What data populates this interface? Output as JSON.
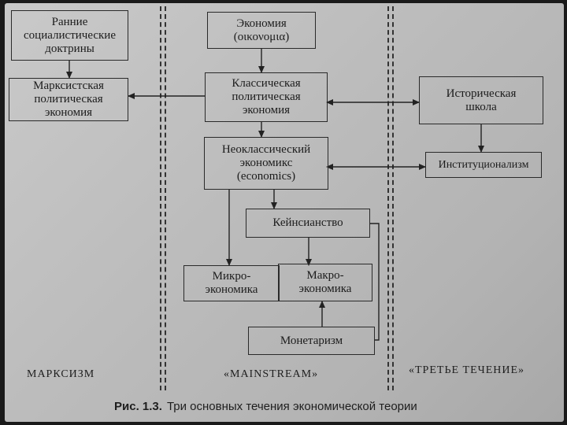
{
  "boxes": {
    "early_socialist": "Ранние социалистические доктрины",
    "marxist_pe": "Марксистская политическая экономия",
    "economy": "Экономия (οικονομια)",
    "classical_pe": "Классическая политическая экономия",
    "historical_school": "Историческая школа",
    "neoclassical": "Неоклассический экономикс (economics)",
    "institutionalism": "Институционализм",
    "keynesianism": "Кейнсианство",
    "micro": "Микро-экономика",
    "macro": "Макро-экономика",
    "monetarism": "Монетаризм"
  },
  "zones": {
    "marxism": "МАРКСИЗМ",
    "mainstream": "«MAINSTREAM»",
    "third": "«ТРЕТЬЕ ТЕЧЕНИЕ»"
  },
  "caption": {
    "label": "Рис. 1.3.",
    "text": "Три основных течения экономической теории"
  }
}
